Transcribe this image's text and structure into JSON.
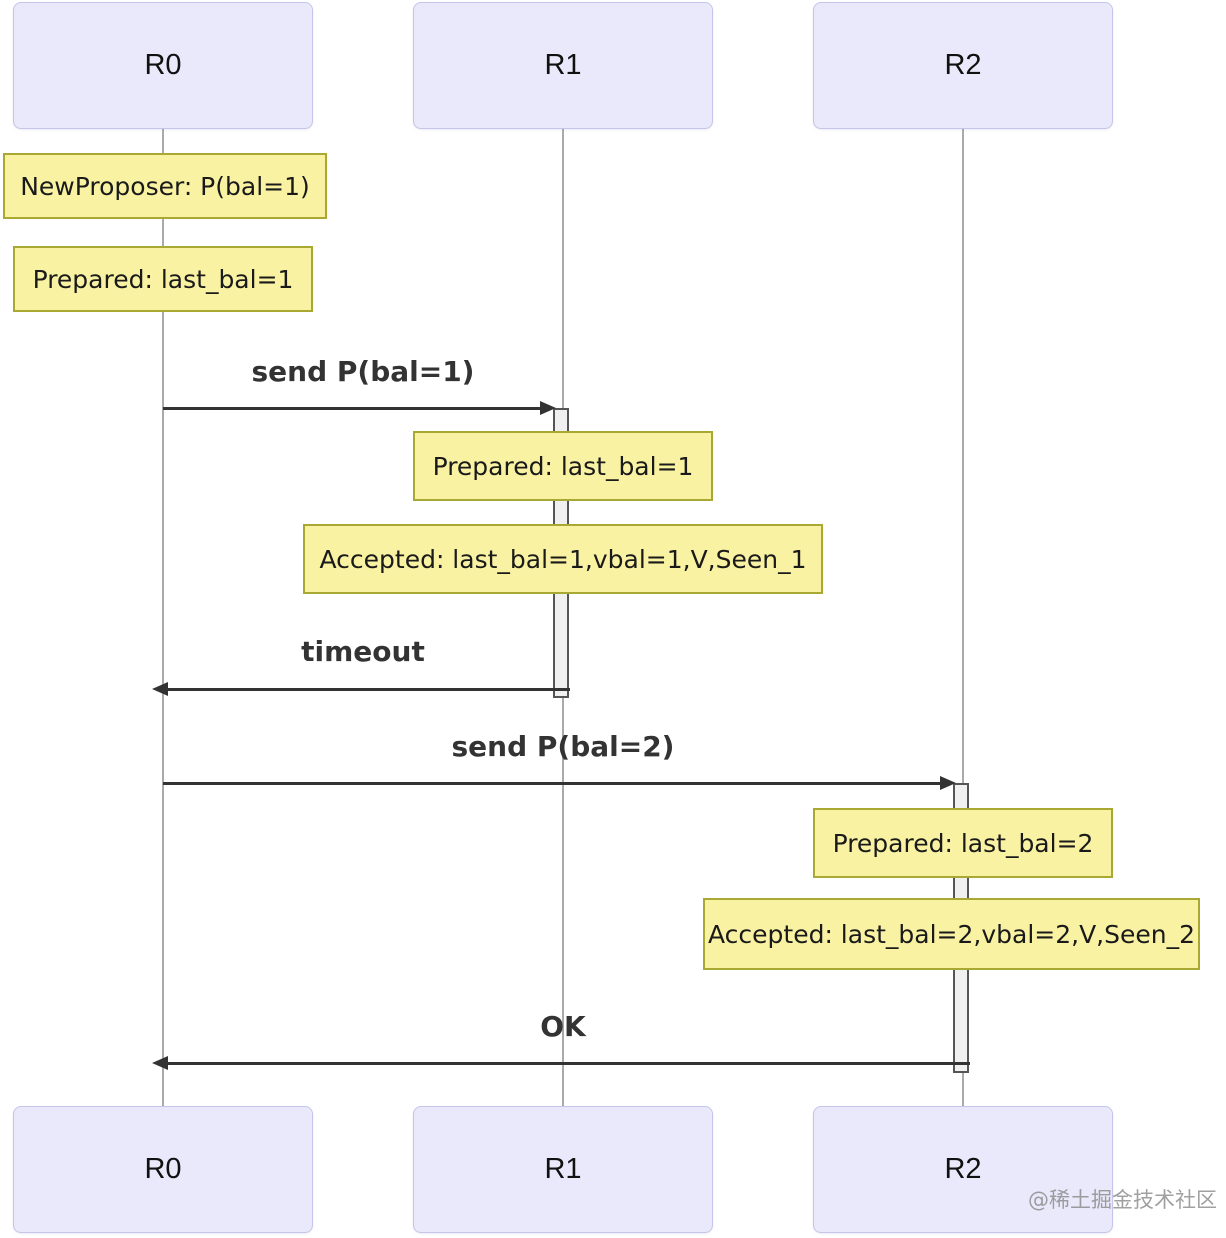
{
  "diagram": {
    "type": "sequence",
    "actors": [
      {
        "id": "R0",
        "label": "R0"
      },
      {
        "id": "R1",
        "label": "R1"
      },
      {
        "id": "R2",
        "label": "R2"
      }
    ],
    "notes": [
      {
        "over": "R0",
        "text": "NewProposer: P(bal=1)"
      },
      {
        "over": "R0",
        "text": "Prepared: last_bal=1"
      },
      {
        "over": "R1",
        "text": "Prepared: last_bal=1"
      },
      {
        "over": "R1",
        "text": "Accepted: last_bal=1,vbal=1,V,Seen_1"
      },
      {
        "over": "R2",
        "text": "Prepared: last_bal=2"
      },
      {
        "over": "R2",
        "text": "Accepted: last_bal=2,vbal=2,V,Seen_2"
      }
    ],
    "messages": [
      {
        "from": "R0",
        "to": "R1",
        "label": "send P(bal=1)",
        "direction": "right"
      },
      {
        "from": "R1",
        "to": "R0",
        "label": "timeout",
        "direction": "left"
      },
      {
        "from": "R0",
        "to": "R2",
        "label": "send P(bal=2)",
        "direction": "right"
      },
      {
        "from": "R2",
        "to": "R0",
        "label": "OK",
        "direction": "left"
      }
    ],
    "activations": [
      {
        "actor": "R1",
        "from_message": "send P(bal=1)",
        "to_message": "timeout"
      },
      {
        "actor": "R2",
        "from_message": "send P(bal=2)",
        "to_message": "OK"
      }
    ],
    "colors": {
      "actor_fill": "#e9e9fb",
      "actor_border": "#c5c5ea",
      "note_fill": "#f9f2a2",
      "note_border": "#a8a833",
      "lifeline": "#aaaaaa",
      "activation_fill": "#f0f0f0",
      "activation_border": "#555555",
      "arrow": "#333333",
      "background": "#ffffff"
    }
  },
  "watermark": {
    "text": "@稀土掘金技术社区"
  }
}
